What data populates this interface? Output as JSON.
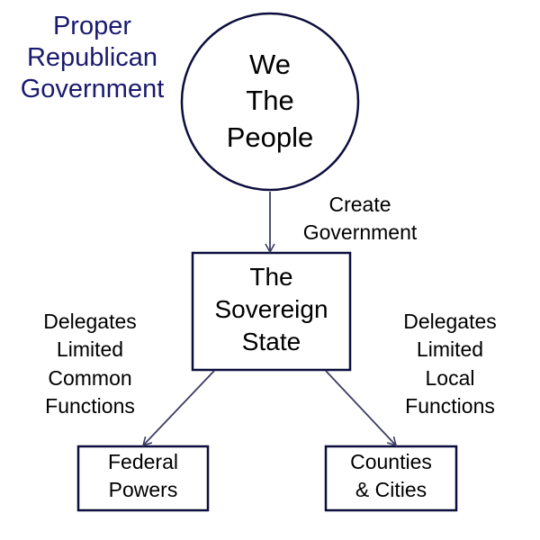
{
  "title": [
    "Proper",
    "Republican",
    "Government"
  ],
  "people": [
    "We",
    "The",
    "People"
  ],
  "create_label": [
    "Create",
    "Government"
  ],
  "state": [
    "The",
    "Sovereign",
    "State"
  ],
  "left_label": [
    "Delegates",
    "Limited",
    "Common",
    "Functions"
  ],
  "right_label": [
    "Delegates",
    "Limited",
    "Local",
    "Functions"
  ],
  "federal": [
    "Federal",
    "Powers"
  ],
  "counties": [
    "Counties",
    "& Cities"
  ],
  "colors": {
    "title": "#1a1a6e",
    "border": "#0d0d3d",
    "arrow": "#3c3c64"
  }
}
